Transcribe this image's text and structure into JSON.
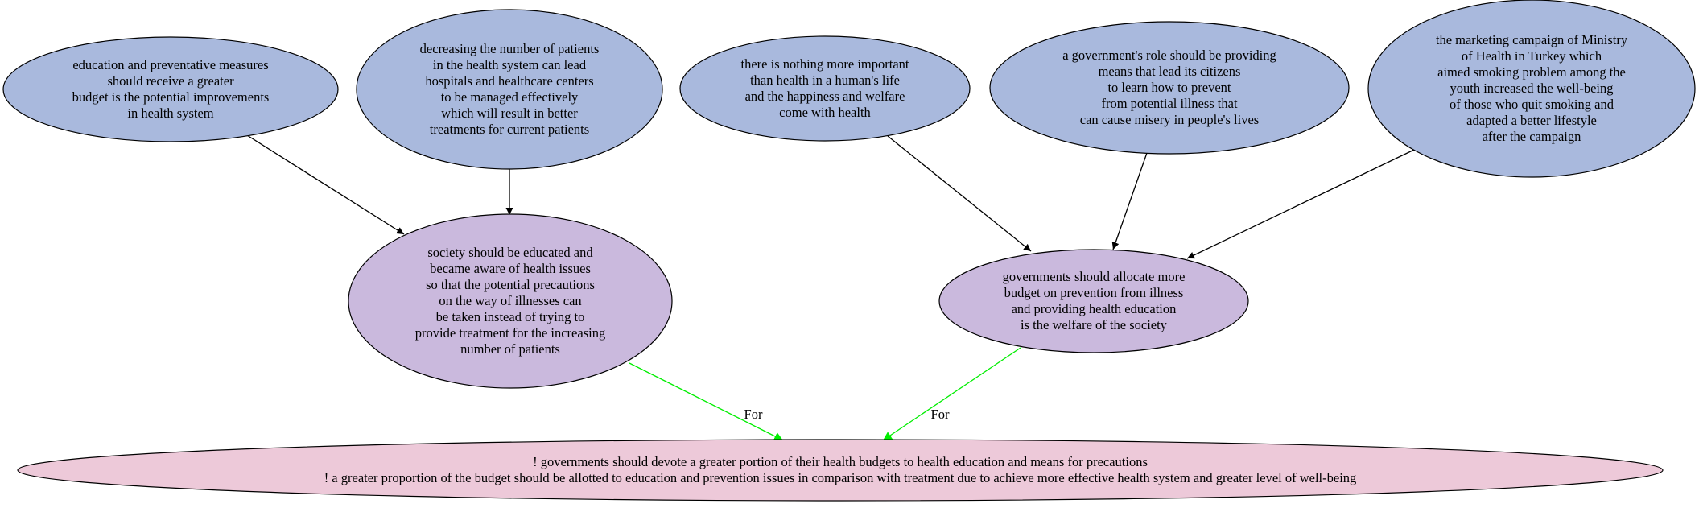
{
  "colors": {
    "premise_fill": "#a9b9dd",
    "claim_fill": "#cab9dd",
    "conclusion_fill": "#edc9d9",
    "support_edge": "#000000",
    "for_edge": "#00ee00"
  },
  "nodes": {
    "premise_education_budget": {
      "lines": [
        "education and preventative measures",
        "should receive a greater",
        "budget is the potential improvements",
        "in health system"
      ]
    },
    "premise_decreasing_patients": {
      "lines": [
        "decreasing the number of patients",
        "in the health system can lead",
        "hospitals and healthcare centers",
        "to be managed effectively",
        "which will result in better",
        "treatments for current patients"
      ]
    },
    "premise_nothing_more_important": {
      "lines": [
        "there is nothing more important",
        "than health in a human's life",
        "and the happiness and welfare",
        "come with health"
      ]
    },
    "premise_government_role": {
      "lines": [
        "a government's role should be providing",
        "means that lead its citizens",
        "to learn how to prevent",
        "from potential illness that",
        "can cause misery in people's lives"
      ]
    },
    "premise_marketing_campaign": {
      "lines": [
        "the marketing campaign of Ministry",
        "of Health in Turkey which",
        "aimed smoking problem among the",
        "youth increased the well-being",
        "of those who quit smoking and",
        "adapted a better lifestyle",
        "after the campaign"
      ]
    },
    "claim_society_educated": {
      "lines": [
        "society should be educated and",
        "became aware of health issues",
        "so that the potential precautions",
        "on the way of illnesses can",
        "be taken instead of trying to",
        "provide treatment for the increasing",
        "number of patients"
      ]
    },
    "claim_governments_allocate": {
      "lines": [
        "governments should allocate more",
        "budget on prevention from illness",
        "and providing health education",
        "is the welfare of the society"
      ]
    },
    "conclusion": {
      "lines": [
        "! governments should devote a greater portion of their health budgets to health education and means for precautions",
        "! a greater proportion of the budget should be allotted to education and prevention issues in comparison with treatment due to achieve more effective health system and greater level of well-being"
      ]
    }
  },
  "edges": [
    {
      "from": "premise_education_budget",
      "to": "claim_society_educated",
      "label": "",
      "type": "support"
    },
    {
      "from": "premise_decreasing_patients",
      "to": "claim_society_educated",
      "label": "",
      "type": "support"
    },
    {
      "from": "premise_nothing_more_important",
      "to": "claim_governments_allocate",
      "label": "",
      "type": "support"
    },
    {
      "from": "premise_government_role",
      "to": "claim_governments_allocate",
      "label": "",
      "type": "support"
    },
    {
      "from": "premise_marketing_campaign",
      "to": "claim_governments_allocate",
      "label": "",
      "type": "support"
    },
    {
      "from": "claim_society_educated",
      "to": "conclusion",
      "label": "For",
      "type": "for"
    },
    {
      "from": "claim_governments_allocate",
      "to": "conclusion",
      "label": "For",
      "type": "for"
    }
  ]
}
